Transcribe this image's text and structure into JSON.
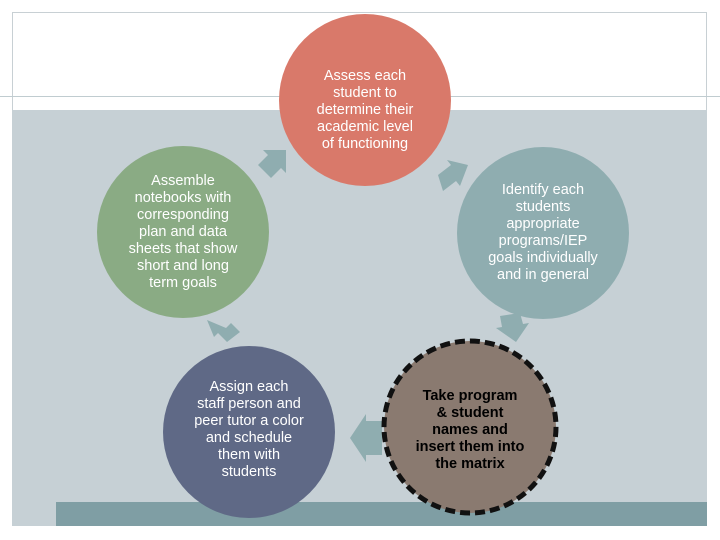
{
  "colors": {
    "assess": "#d9796a",
    "identify": "#8fadb0",
    "take_program": "#8a7a70",
    "assign": "#5f6986",
    "assemble": "#8aab84",
    "arrow": "#8fadb0",
    "background_band": "#c6d0d5",
    "bottom_bar": "#7f9ea4"
  },
  "cycle": {
    "steps": [
      {
        "id": "assess",
        "text": "Assess each\nstudent to\ndetermine their\nacademic level\nof functioning",
        "style": "light"
      },
      {
        "id": "identify",
        "text": "Identify each\nstudents\nappropriate\nprograms/IEP\ngoals individually\nand in general",
        "style": "light"
      },
      {
        "id": "take_program",
        "text": "Take program\n& student\nnames and\ninsert them into\nthe matrix",
        "style": "dark",
        "highlighted": true
      },
      {
        "id": "assign",
        "text": "Assign each\nstaff person and\npeer tutor a color\nand schedule\nthem with\nstudents",
        "style": "light"
      },
      {
        "id": "assemble",
        "text": "Assemble\nnotebooks with\ncorresponding\nplan and data\nsheets that show\nshort and long\nterm goals",
        "style": "light"
      }
    ]
  }
}
